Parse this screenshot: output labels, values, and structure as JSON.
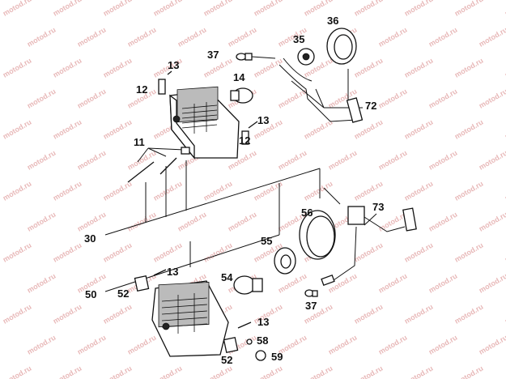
{
  "watermark": "motod.ru",
  "labels": {
    "l11": "11",
    "l12a": "12",
    "l12b": "12",
    "l13a": "13",
    "l13b": "13",
    "l13c": "13",
    "l13d": "13",
    "l14": "14",
    "l30": "30",
    "l35": "35",
    "l36": "36",
    "l37a": "37",
    "l37b": "37",
    "l50": "50",
    "l52a": "52",
    "l52b": "52",
    "l54": "54",
    "l55": "55",
    "l56": "56",
    "l58": "58",
    "l59": "59",
    "l72": "72",
    "l73": "73"
  }
}
